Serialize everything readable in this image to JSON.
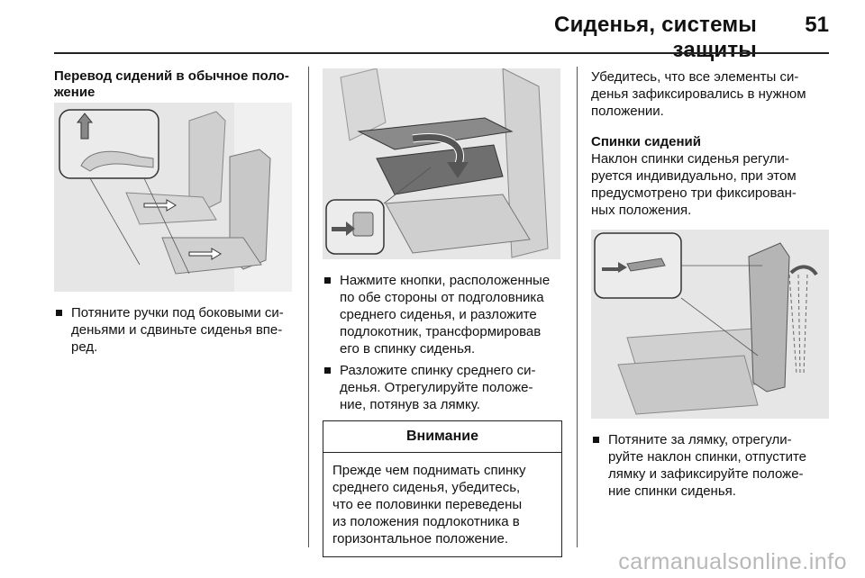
{
  "header": {
    "title": "Сиденья, системы защиты",
    "page_number": "51"
  },
  "col1": {
    "heading": "Перевод сидений в обычное поло-\nжение",
    "bullets": [
      "Потяните ручки под боковыми си-\nденьями и сдвиньте сиденья впе-\nред."
    ]
  },
  "col2": {
    "bullets": [
      "Нажмите кнопки, расположенные\nпо обе стороны от подголовника\nсреднего сиденья, и разложите\nподлокотник, трансформировав\nего в спинку сиденья.",
      "Разложите спинку среднего си-\nденья. Отрегулируйте положе-\nние, потянув за лямку."
    ],
    "warning": {
      "title": "Внимание",
      "body": "Прежде чем поднимать спинку\nсреднего сиденья, убедитесь,\nчто ее половинки переведены\nиз положения подлокотника в\nгоризонтальное положение."
    }
  },
  "col3": {
    "intro": "Убедитесь, что все элементы си-\nденья зафиксировались в нужном\nположении.",
    "heading": "Спинки сидений",
    "para": "Наклон спинки сиденья регули-\nруется индивидуально, при этом\nпредусмотрено три фиксирован-\nных положения.",
    "bullets": [
      "Потяните за лямку, отрегули-\nруйте наклон спинки, отпустите\nлямку и зафиксируйте положе-\nние спинки сиденья."
    ]
  },
  "watermark": "carmanualsonline.info"
}
